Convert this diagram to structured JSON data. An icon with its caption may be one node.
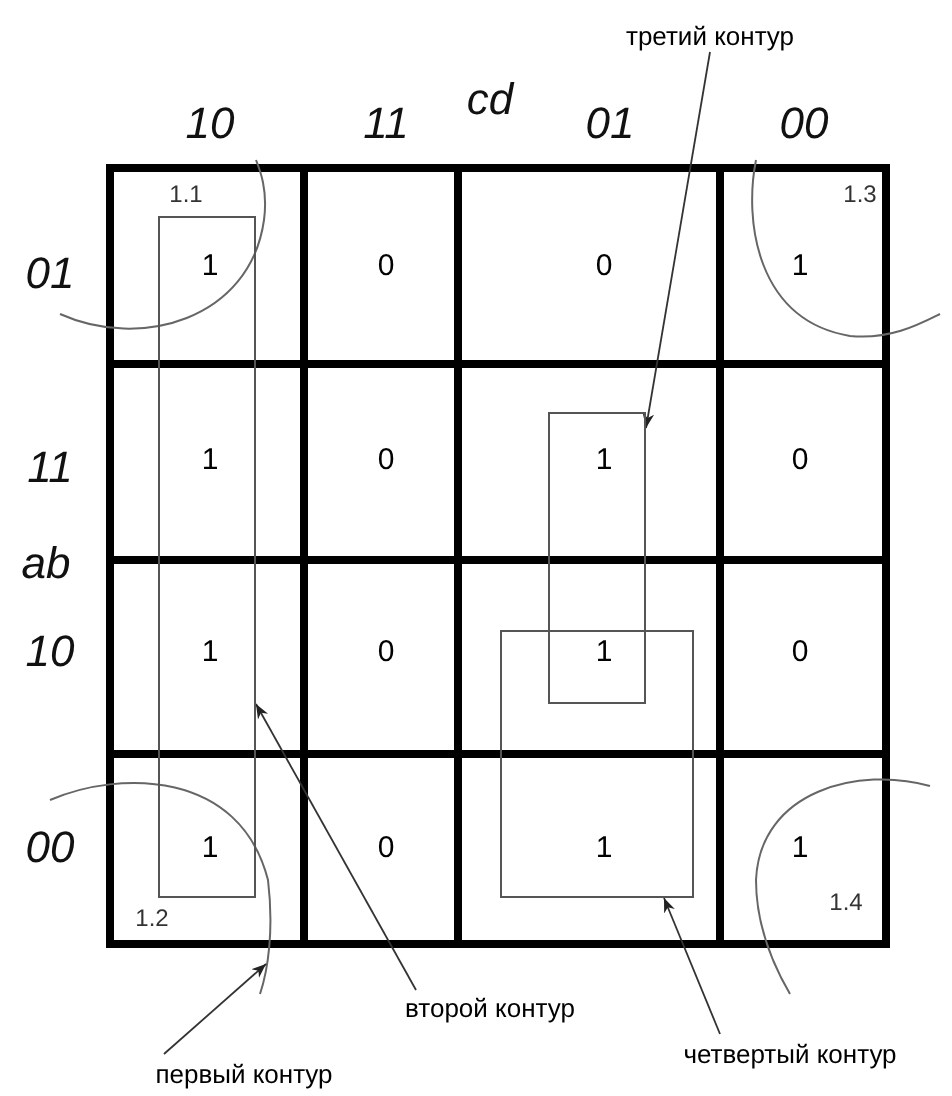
{
  "diagram": {
    "nodes": [
      {
        "text": [
          "третий контур"
        ]
      },
      {
        "text": [],
        "shape": "box"
      },
      {
        "text": [],
        "shape": "box"
      },
      {
        "text": [],
        "shape": "box"
      },
      {
        "text": [],
        "shape": "arc"
      },
      {
        "text": [],
        "shape": "arc"
      },
      {
        "text": [],
        "shape": "arc"
      },
      {
        "text": [],
        "shape": "arc"
      },
      {
        "text": [
          "второй контур"
        ]
      },
      {
        "text": [
          "четвертый контур"
        ]
      },
      {
        "text": [
          "первый контур"
        ]
      }
    ],
    "edges": [
      {
        "from": 0,
        "to": 2,
        "arrow": "to"
      },
      {
        "from": 8,
        "to": 1,
        "arrow": "to"
      },
      {
        "from": 9,
        "to": 3,
        "arrow": "to"
      },
      {
        "from": 10,
        "to": 6,
        "arrow": "to"
      }
    ],
    "labels": [
      "10",
      "11",
      "cd",
      "01",
      "00",
      "1.1",
      "1.3",
      "01",
      "1",
      "0",
      "0",
      "1",
      "11",
      "1",
      "0",
      "1",
      "0",
      "ab",
      "10",
      "1",
      "0",
      "1",
      "0",
      "00",
      "1",
      "0",
      "1",
      "1",
      "1.2",
      "1.4"
    ]
  }
}
